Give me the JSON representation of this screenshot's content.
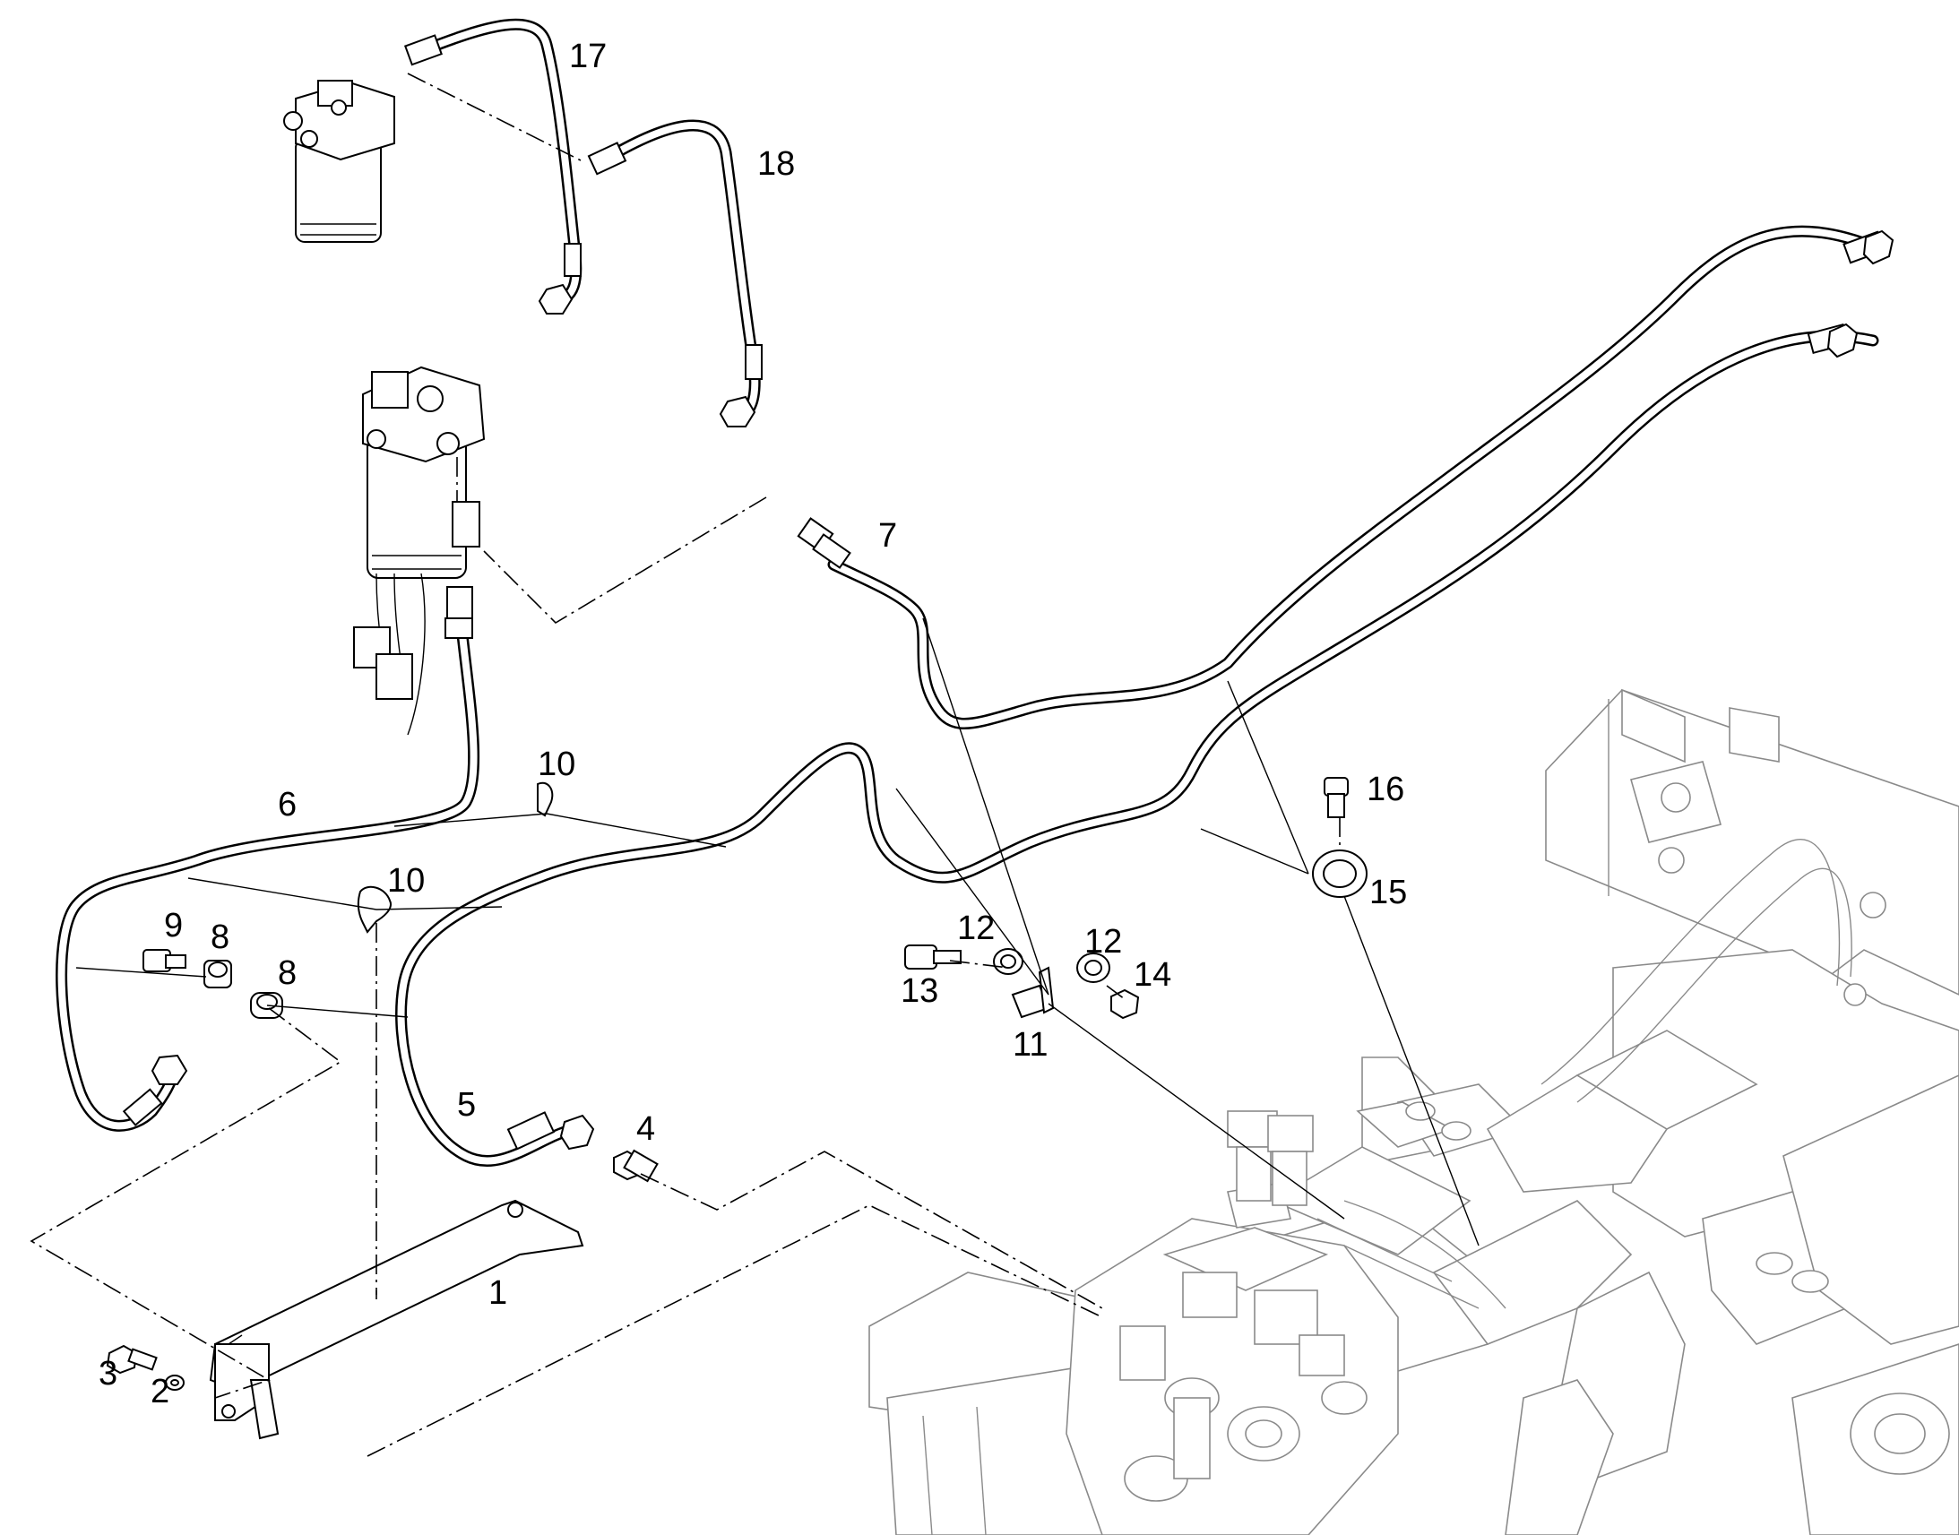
{
  "diagram": {
    "callouts": [
      {
        "id": "c1",
        "text": "1"
      },
      {
        "id": "c2",
        "text": "2"
      },
      {
        "id": "c3",
        "text": "3"
      },
      {
        "id": "c4",
        "text": "4"
      },
      {
        "id": "c5",
        "text": "5"
      },
      {
        "id": "c6",
        "text": "6"
      },
      {
        "id": "c7",
        "text": "7"
      },
      {
        "id": "c8a",
        "text": "8"
      },
      {
        "id": "c8b",
        "text": "8"
      },
      {
        "id": "c9",
        "text": "9"
      },
      {
        "id": "c10a",
        "text": "10"
      },
      {
        "id": "c10b",
        "text": "10"
      },
      {
        "id": "c11",
        "text": "11"
      },
      {
        "id": "c12a",
        "text": "12"
      },
      {
        "id": "c12b",
        "text": "12"
      },
      {
        "id": "c13",
        "text": "13"
      },
      {
        "id": "c14",
        "text": "14"
      },
      {
        "id": "c15",
        "text": "15"
      },
      {
        "id": "c16",
        "text": "16"
      },
      {
        "id": "c17",
        "text": "17"
      },
      {
        "id": "c18",
        "text": "18"
      }
    ],
    "colors": {
      "line": "#000000",
      "ghost": "#8a8a8a",
      "background": "#ffffff"
    }
  }
}
